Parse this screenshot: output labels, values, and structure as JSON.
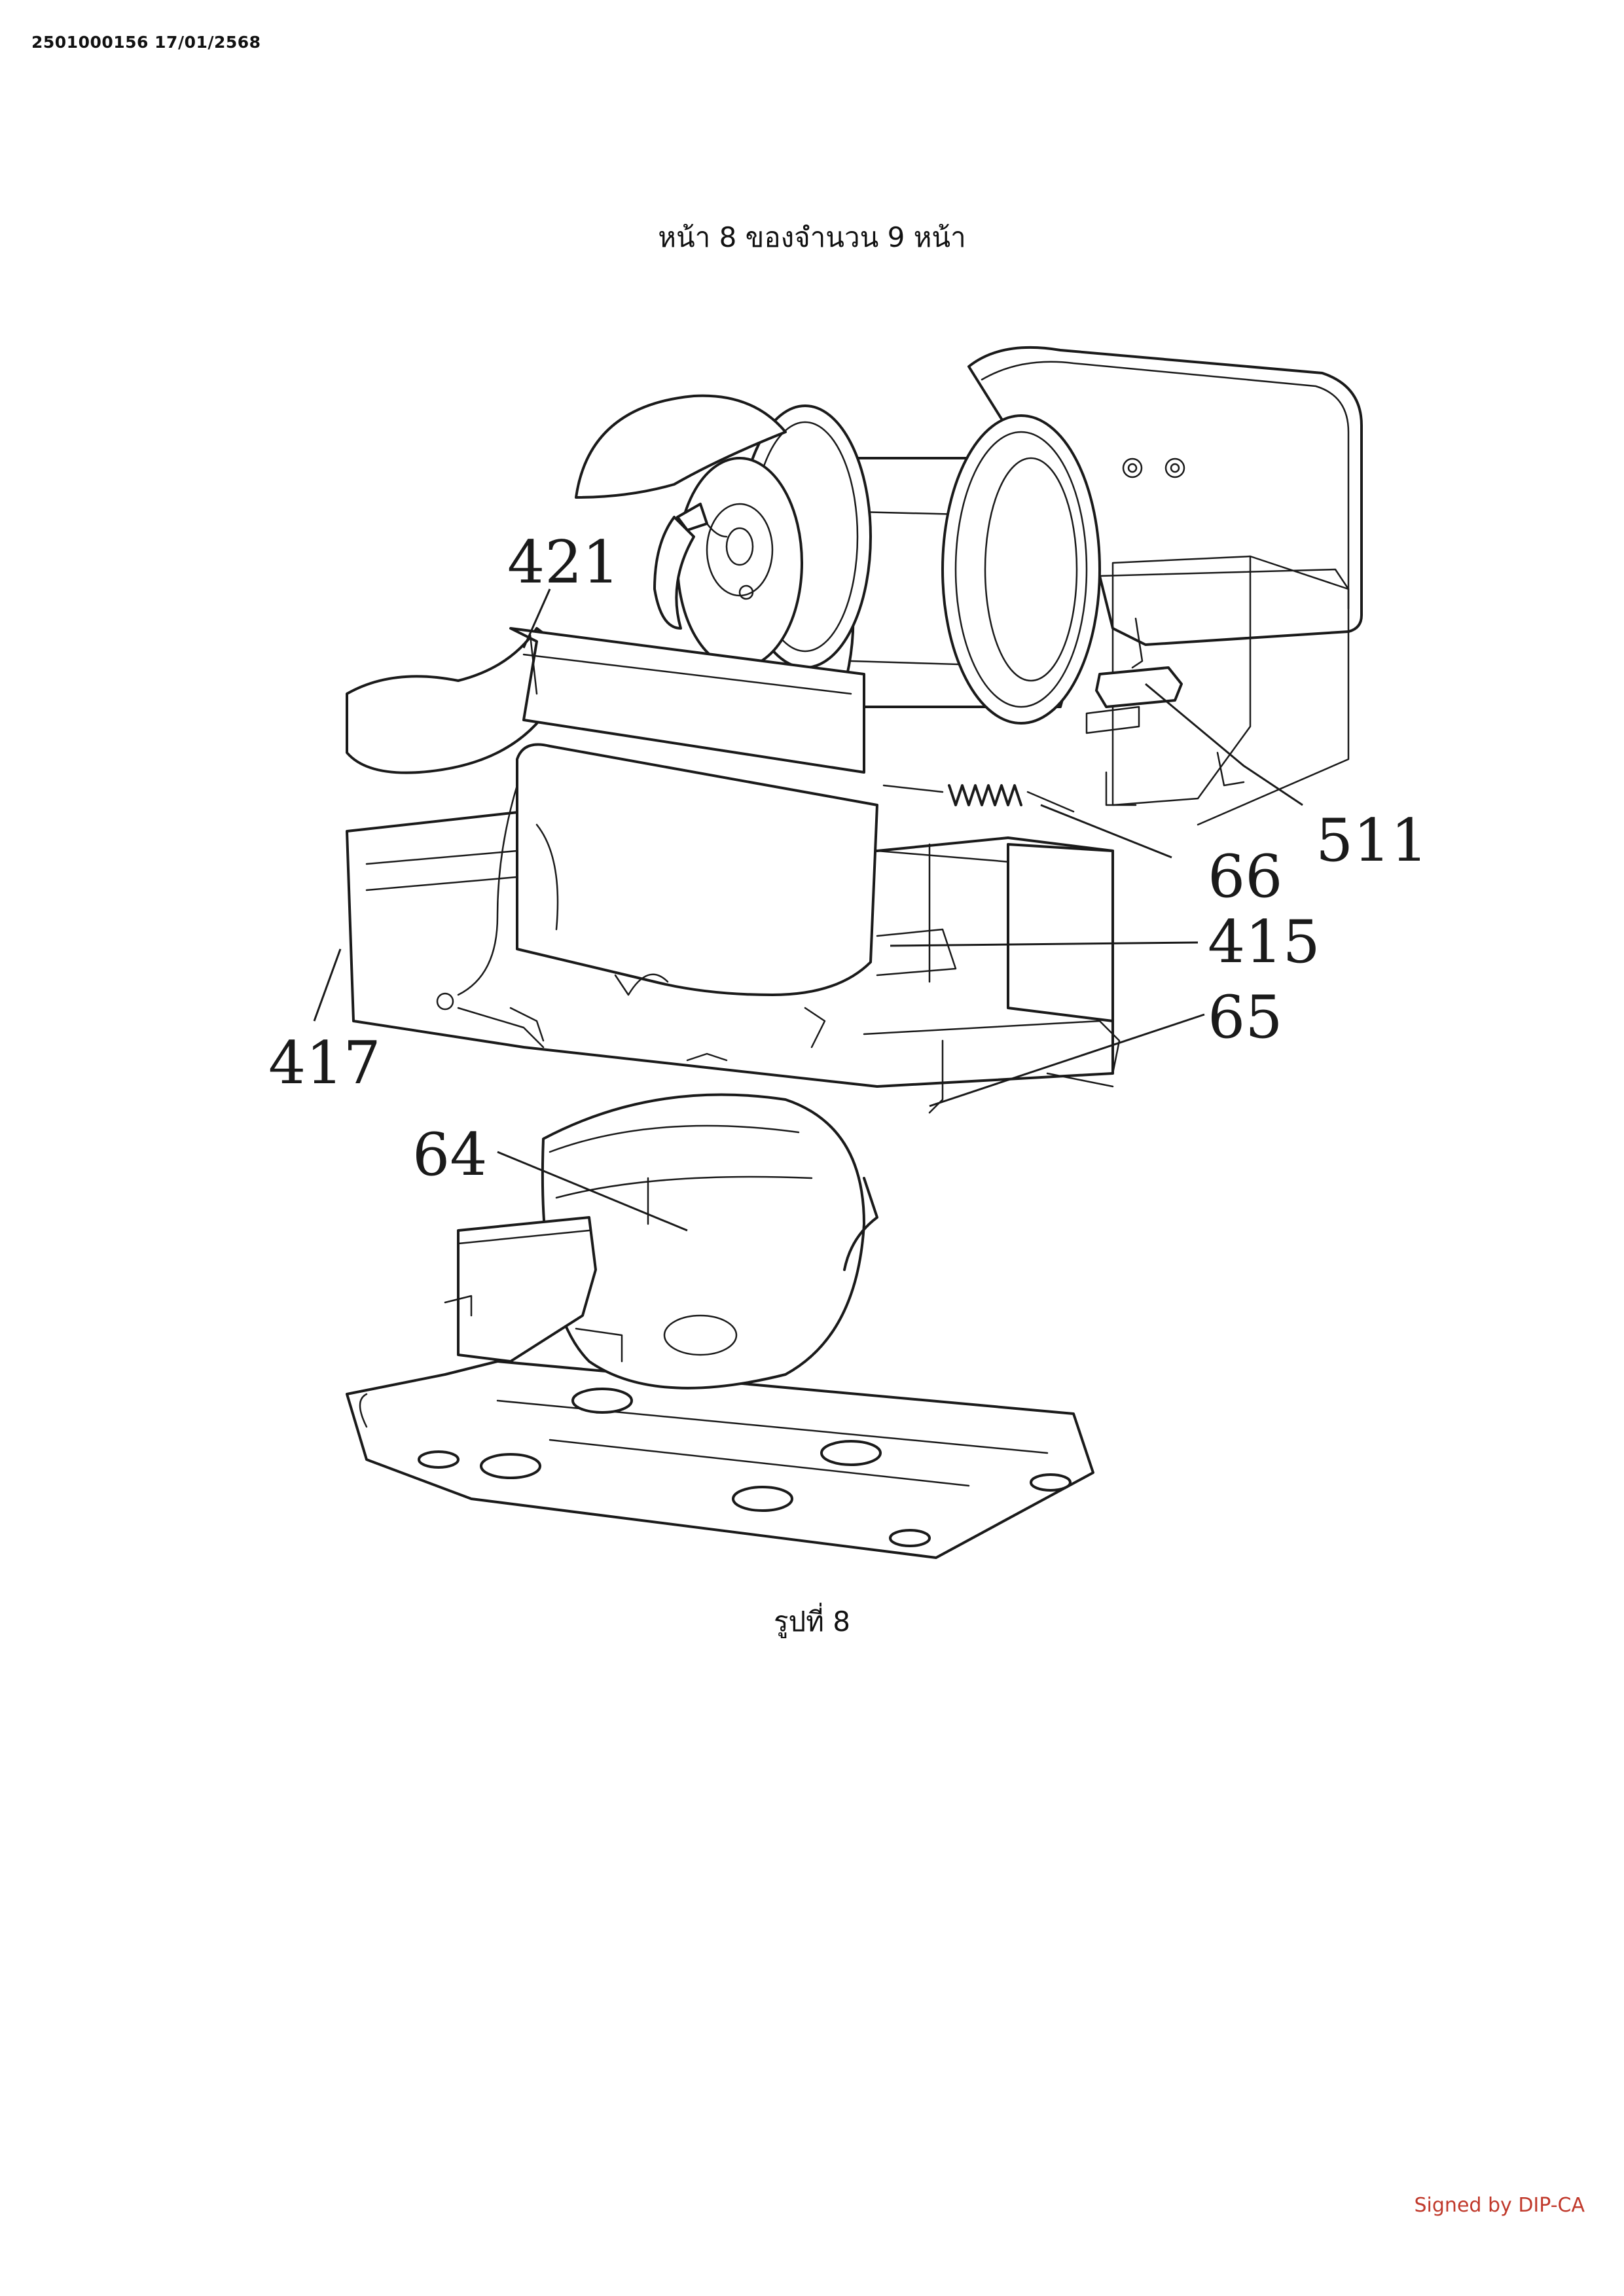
{
  "document": {
    "id_stamp": "2501000156 17/01/2568",
    "page_header": "หน้า 8 ของจำนวน 9 หน้า",
    "figure_caption": "รูปที่ 8",
    "signature": "Signed by DIP-CA"
  },
  "drawing": {
    "part_labels": {
      "p421": "421",
      "p511": "511",
      "p66": "66",
      "p415": "415",
      "p65": "65",
      "p417": "417",
      "p64": "64"
    }
  }
}
